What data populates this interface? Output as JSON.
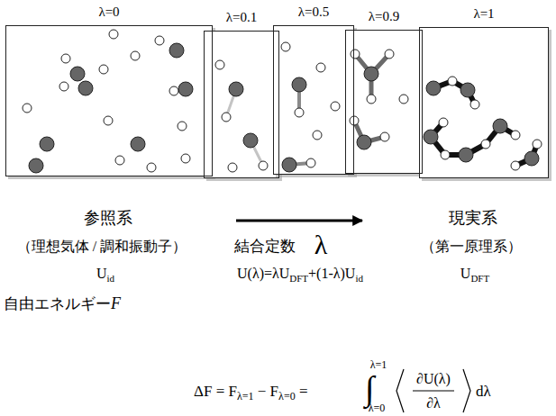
{
  "diagram": {
    "nodes": [
      {
        "text": [
          "λ=0"
        ]
      },
      {
        "text": [
          "λ=0.1"
        ]
      },
      {
        "text": [
          "λ=0.5"
        ]
      },
      {
        "text": [
          "λ=0.9"
        ]
      },
      {
        "text": [
          "λ=1"
        ]
      }
    ],
    "labels": [
      "参照系",
      "現実系",
      "（理想気体 / 調和振動子）",
      "結合定数",
      "λ",
      "（第一原理系）",
      "U",
      "id",
      "U(λ)=λU",
      "DFT",
      "+(1-λ)U",
      "id",
      "U",
      "DFT",
      "自由エネルギー",
      "F",
      "ΔF = F",
      "λ=1",
      " − F",
      "λ=0",
      " =",
      "∫",
      "λ=1",
      "λ=0",
      "∂U(λ)",
      "∂λ",
      "dλ"
    ]
  }
}
